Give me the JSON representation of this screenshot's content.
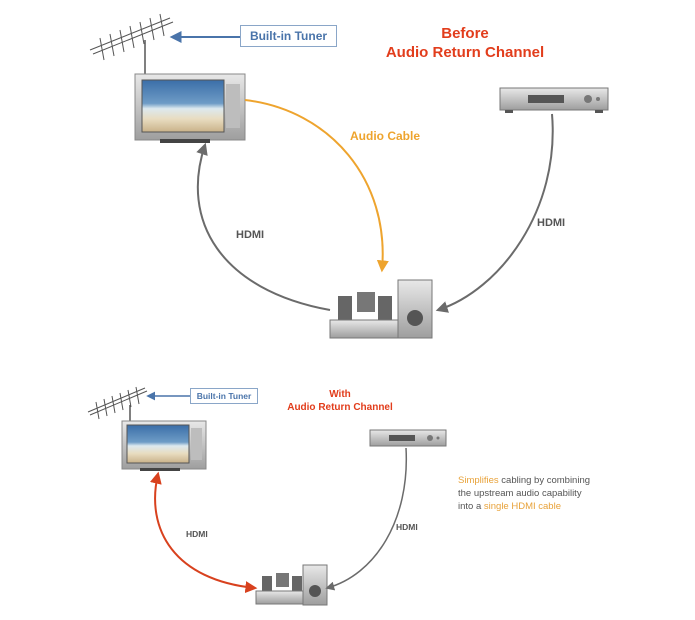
{
  "top": {
    "title_line1": "Before",
    "title_line2": "Audio Return Channel",
    "tuner_label": "Built-in Tuner",
    "audio_cable_label": "Audio Cable",
    "hdmi_left_label": "HDMI",
    "hdmi_right_label": "HDMI"
  },
  "bottom": {
    "title_line1": "With",
    "title_line2": "Audio Return Channel",
    "tuner_label": "Built-in Tuner",
    "hdmi_left_label": "HDMI",
    "hdmi_right_label": "HDMI",
    "description": {
      "hl1": "Simplifies",
      "t1": " cabling by combining",
      "line2": "the upstream audio capability",
      "t3": "into a ",
      "hl2": "single HDMI cable"
    }
  },
  "colors": {
    "title_red": "#e23d1c",
    "tuner_blue": "#4a74aa",
    "audio_orange": "#eea42e",
    "hdmi_gray": "#6b6b6b",
    "arc_red": "#d8411e"
  },
  "icons": [
    "antenna-icon",
    "television-icon",
    "dvd-player-icon",
    "home-theater-icon"
  ]
}
